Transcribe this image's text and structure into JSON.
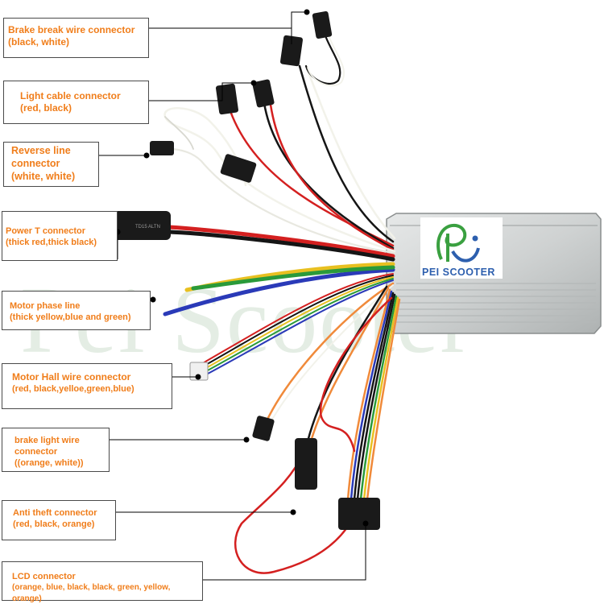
{
  "watermark": "Pei Scooter",
  "brand": {
    "name": "PEI SCOOTER"
  },
  "labels": {
    "brake_break": {
      "line1": "Brake break wire connector",
      "line2": "(black, white)"
    },
    "light_cable": {
      "line1": "Light cable connector",
      "line2": "(red, black)"
    },
    "reverse_line": {
      "line1": "Reverse line",
      "line2": "connector",
      "line3": "(white, white)"
    },
    "power_t": {
      "line1": "Power T connector",
      "line2": "(thick red,thick black)"
    },
    "motor_phase": {
      "line1": "Motor phase line",
      "line2": "(thick yellow,blue and green)"
    },
    "motor_hall": {
      "line1": "Motor Hall wire connector",
      "line2": "(red, black,yelloe,green,blue)"
    },
    "brake_light": {
      "line1": "brake light wire",
      "line2": "connector",
      "line3": "((orange, white))"
    },
    "anti_theft": {
      "line1": "Anti theft connector",
      "line2": "(red, black, orange)"
    },
    "lcd": {
      "line1": "LCD connector",
      "line2": "(orange, blue, black, black, green, yellow, orange)"
    }
  },
  "colors": {
    "label_text": "#f07d1a",
    "leader_line": "#000000",
    "box_border": "#4a4a4a",
    "controller_body": "#d2d4d4",
    "wire_red": "#d42020",
    "wire_black": "#151515",
    "wire_white": "#f2f2ea",
    "wire_yellow": "#e8c020",
    "wire_green": "#2a9a3a",
    "wire_blue": "#2a3ab8",
    "wire_orange": "#f08a3a"
  }
}
